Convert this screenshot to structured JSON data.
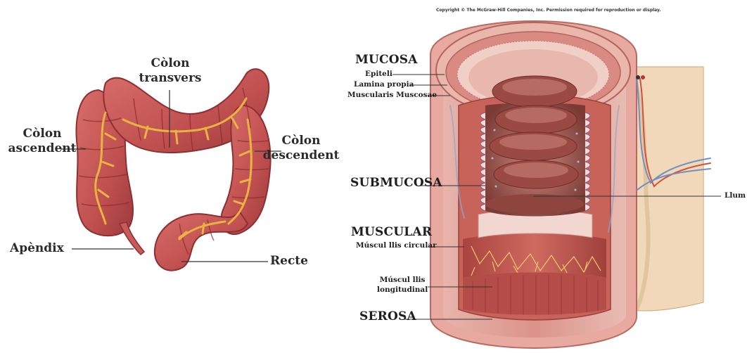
{
  "copyright": "Copyright © The McGraw-Hill Companies, Inc. Permission required for reproduction or display.",
  "left_diagram": {
    "colon_transvers": [
      "Còlon",
      "transvers"
    ],
    "colon_ascendent": [
      "Còlon",
      "ascendent"
    ],
    "colon_descendent": [
      "Còlon",
      "descendent"
    ],
    "apendix": "Apèndix",
    "recte": "Recte"
  },
  "right_diagram": {
    "mucosa": "MUCOSA",
    "epiteli": "Epiteli",
    "lamina_propia": "Lamina propia",
    "muscularis_mucosae": "Muscularis Muscosae",
    "submucosa": "SUBMUCOSA",
    "muscular": "MUSCULAR",
    "muscul_circular": "Múscul llis circular",
    "muscul_longitudinal": [
      "Múscul llis",
      "longitudinal"
    ],
    "serosa": "SEROSA",
    "llum": "Llum"
  },
  "colors": {
    "colon_fill": "#c8595a",
    "colon_dark": "#8e2f33",
    "vessel": "#e3b03e",
    "tissue_pink": "#e7a9a0",
    "muscle": "#c0554f",
    "lumen": "#a0544d"
  }
}
